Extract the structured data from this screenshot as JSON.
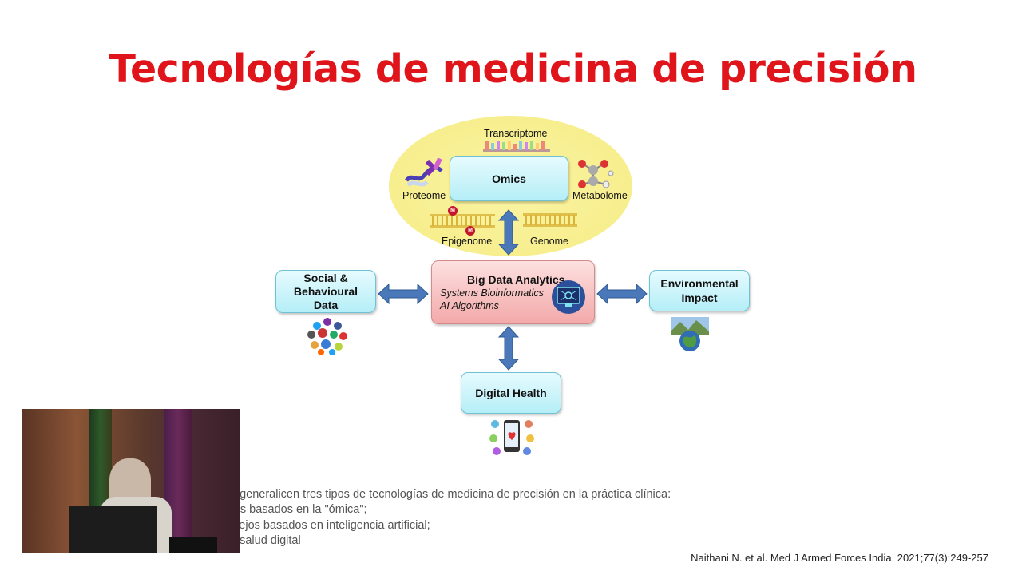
{
  "title": "Tecnologías de medicina de precisión",
  "diagram": {
    "omics": {
      "center": "Omics",
      "transcriptome": "Transcriptome",
      "proteome": "Proteome",
      "metabolome": "Metabolome",
      "epigenome": "Epigenome",
      "genome": "Genome",
      "marker1": "M",
      "marker2": "M"
    },
    "big_data": {
      "title": "Big Data Analytics",
      "line1": "Systems Bioinformatics",
      "line2": "AI Algorithms"
    },
    "social": {
      "line1": "Social &",
      "line2": "Behavioural",
      "line3": "Data"
    },
    "environmental": {
      "line1": "Environmental",
      "line2": "Impact"
    },
    "digital_health": "Digital Health",
    "colors": {
      "title": "#e0141b",
      "node_fill": "#b5eef7",
      "center_fill": "#f3a9a9",
      "ellipse_fill": "#f7ee8e",
      "arrow": "#4a78b8"
    }
  },
  "bottom_text": [
    "e generalicen tres tipos de tecnologías de medicina de precisión en la práctica clínica:",
    "res basados en la \"ómica\";",
    "plejos basados en inteligencia artificial;",
    "e salud digital"
  ],
  "citation": "Naithani N. et al. Med J Armed Forces India. 2021;77(3):249-257"
}
